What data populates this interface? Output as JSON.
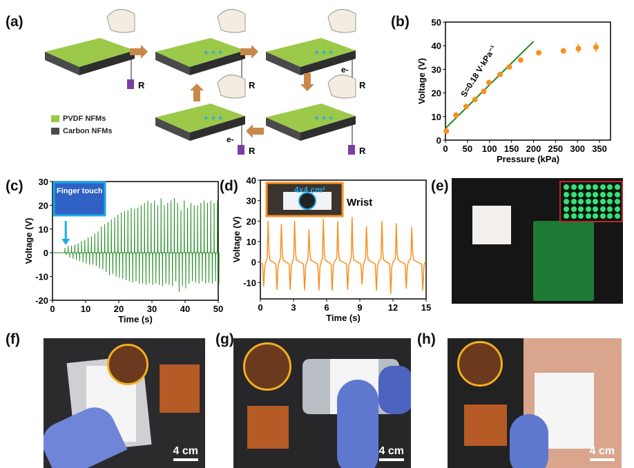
{
  "panel_labels": [
    "(a)",
    "(b)",
    "(c)",
    "(d)",
    "(e)",
    "(f)",
    "(g)",
    "(h)"
  ],
  "schematic": {
    "legend": [
      "PVDF NFMs",
      "Carbon NFMs"
    ],
    "resistor_label": "R",
    "electron_label": "e-",
    "colors": {
      "pvdf": "#9cc94a",
      "carbon": "#4a4a4a",
      "arrow": "#c8884a",
      "charge_pos": "#29a9e0"
    }
  },
  "chart_data": [
    {
      "type": "scatter",
      "panel": "(b)",
      "xlabel": "Pressure (kPa)",
      "ylabel": "Voltage (V)",
      "xlim": [
        0,
        375
      ],
      "ylim": [
        0,
        50
      ],
      "xticks": [
        0,
        50,
        100,
        150,
        200,
        250,
        300,
        350
      ],
      "yticks": [
        0,
        10,
        20,
        30,
        40,
        50
      ],
      "x": [
        2,
        24,
        47,
        67,
        87,
        99,
        124,
        145,
        171,
        212,
        268,
        302,
        342
      ],
      "y": [
        3.8,
        10.6,
        14.2,
        17.2,
        20.7,
        24.4,
        27.8,
        31.0,
        33.9,
        37.0,
        37.8,
        38.8,
        39.4
      ],
      "yerr": [
        0.4,
        0.4,
        0.4,
        0.4,
        0.4,
        0.4,
        0.4,
        0.4,
        0.4,
        0.6,
        1.2,
        2.0,
        2.2
      ],
      "fit": {
        "x": [
          0,
          200
        ],
        "y": [
          5,
          41.8
        ],
        "label": "S=0.18 V·kPa⁻¹",
        "color": "#1a8a1a"
      },
      "color": "#f7901e"
    },
    {
      "type": "line",
      "panel": "(c)",
      "xlabel": "Time (s)",
      "ylabel": "Voltage (V)",
      "xlim": [
        0,
        50
      ],
      "ylim": [
        -20,
        30
      ],
      "xticks": [
        0,
        10,
        20,
        30,
        40,
        50
      ],
      "yticks": [
        -20,
        -10,
        0,
        10,
        20,
        30
      ],
      "inset_label": "Finger touch",
      "color": "#1a8a1a",
      "peak_times": [
        4,
        5,
        6,
        7,
        8,
        9,
        10,
        11,
        12,
        13,
        14,
        15,
        16,
        17,
        18,
        19,
        20,
        21,
        22,
        23,
        24,
        25,
        26,
        27,
        28,
        29,
        30,
        31,
        32,
        33,
        34,
        35,
        36,
        37,
        38,
        39,
        40,
        41,
        42,
        43,
        44,
        45,
        46,
        47,
        48,
        49,
        50
      ],
      "peak_pos": [
        2,
        3,
        3,
        3.5,
        4,
        5,
        5.5,
        6.5,
        7,
        8,
        9,
        11,
        12,
        13,
        14,
        15,
        16,
        17,
        17.5,
        18,
        19,
        18.5,
        19,
        20,
        21,
        22,
        21,
        22,
        20,
        23,
        20,
        21,
        22,
        23,
        21,
        18,
        22,
        19,
        21,
        20,
        20,
        21,
        22,
        21,
        22,
        21,
        22
      ],
      "peak_neg": [
        -1,
        -2,
        -2.5,
        -3,
        -3.5,
        -4,
        -4.5,
        -5,
        -5,
        -5.5,
        -6.5,
        -7,
        -8,
        -9.5,
        -9,
        -10,
        -10.5,
        -11,
        -11.5,
        -12,
        -12.5,
        -12,
        -13,
        -13,
        -13.5,
        -13,
        -13.5,
        -13,
        -13.5,
        -14,
        -13,
        -13.5,
        -14,
        -12,
        -16.5,
        -14,
        -15,
        -13,
        -12,
        -12.5,
        -13,
        -12,
        -13,
        -12.5,
        -13,
        -12,
        -13
      ]
    },
    {
      "type": "line",
      "panel": "(d)",
      "xlabel": "Time (s)",
      "ylabel": "Voltage (V)",
      "xlim": [
        0,
        15
      ],
      "ylim": [
        -18,
        40
      ],
      "xticks": [
        0,
        3,
        6,
        9,
        12,
        15
      ],
      "yticks": [
        -10,
        0,
        10,
        20,
        30,
        40
      ],
      "inset_label": "4x4 cm²",
      "annotation": "Wrist",
      "color": "#f7901e",
      "peak_times": [
        0.7,
        1.9,
        3.1,
        4.4,
        5.7,
        7.0,
        8.3,
        9.6,
        11.0,
        12.3,
        13.7
      ],
      "peak_pos": [
        20,
        18.5,
        20,
        16,
        21,
        20,
        22,
        17.5,
        20,
        19,
        17
      ],
      "dip_times": [
        0.3,
        1.5,
        2.7,
        4.0,
        5.3,
        6.5,
        7.9,
        9.2,
        10.5,
        11.8,
        13.2,
        14.7
      ],
      "dip_neg": [
        -12,
        -13.5,
        -13.5,
        -13.8,
        -13.8,
        -14,
        -13.5,
        -11,
        -14,
        -15.5,
        -13,
        -14
      ]
    }
  ],
  "photos": {
    "scale_label": "4 cm"
  }
}
